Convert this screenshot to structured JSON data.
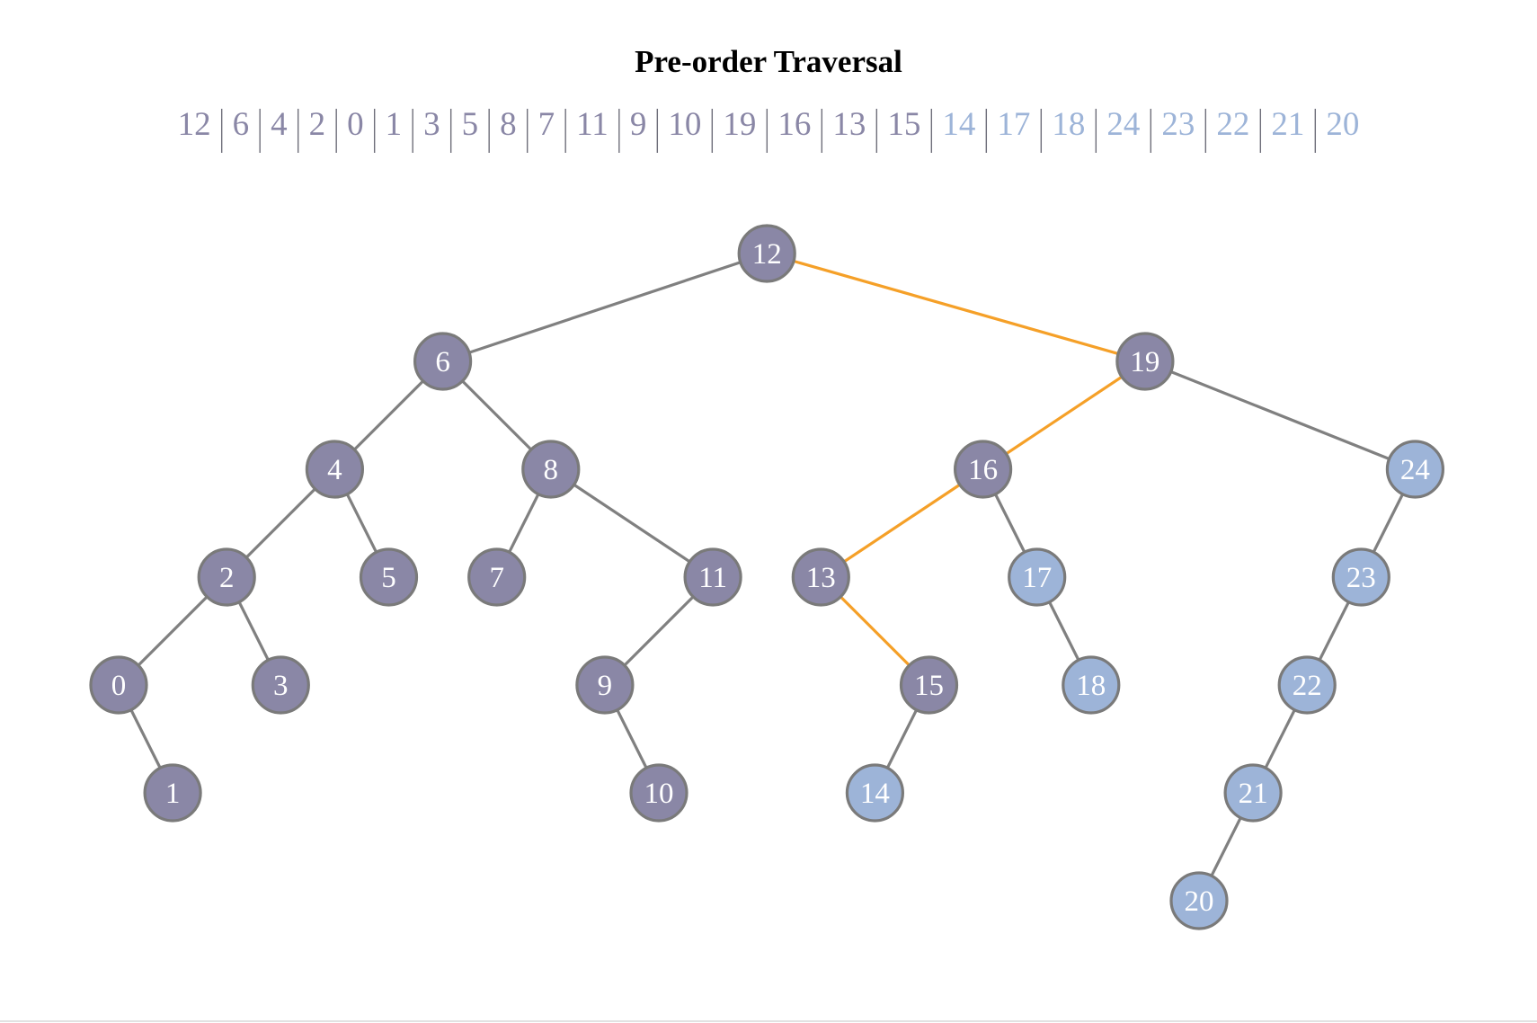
{
  "title": "Pre-order Traversal",
  "colors": {
    "visited": "#8a87a6",
    "unvisited": "#9db4d8",
    "edge": "#808080",
    "active_edge": "#f5a028",
    "node_text": "#ffffff"
  },
  "sequence": [
    {
      "value": "12",
      "state": "visited"
    },
    {
      "value": "6",
      "state": "visited"
    },
    {
      "value": "4",
      "state": "visited"
    },
    {
      "value": "2",
      "state": "visited"
    },
    {
      "value": "0",
      "state": "visited"
    },
    {
      "value": "1",
      "state": "visited"
    },
    {
      "value": "3",
      "state": "visited"
    },
    {
      "value": "5",
      "state": "visited"
    },
    {
      "value": "8",
      "state": "visited"
    },
    {
      "value": "7",
      "state": "visited"
    },
    {
      "value": "11",
      "state": "visited"
    },
    {
      "value": "9",
      "state": "visited"
    },
    {
      "value": "10",
      "state": "visited"
    },
    {
      "value": "19",
      "state": "visited"
    },
    {
      "value": "16",
      "state": "visited"
    },
    {
      "value": "13",
      "state": "visited"
    },
    {
      "value": "15",
      "state": "visited"
    },
    {
      "value": "14",
      "state": "unvisited"
    },
    {
      "value": "17",
      "state": "unvisited"
    },
    {
      "value": "18",
      "state": "unvisited"
    },
    {
      "value": "24",
      "state": "unvisited"
    },
    {
      "value": "23",
      "state": "unvisited"
    },
    {
      "value": "22",
      "state": "unvisited"
    },
    {
      "value": "21",
      "state": "unvisited"
    },
    {
      "value": "20",
      "state": "unvisited"
    }
  ],
  "tree": {
    "nodes": [
      {
        "id": "12",
        "label": "12",
        "state": "visited",
        "children": [
          "6",
          "19"
        ]
      },
      {
        "id": "6",
        "label": "6",
        "state": "visited",
        "children": [
          "4",
          "8"
        ]
      },
      {
        "id": "19",
        "label": "19",
        "state": "visited",
        "children": [
          "16",
          "24"
        ]
      },
      {
        "id": "4",
        "label": "4",
        "state": "visited",
        "children": [
          "2",
          "5"
        ]
      },
      {
        "id": "8",
        "label": "8",
        "state": "visited",
        "children": [
          "7",
          "11"
        ]
      },
      {
        "id": "16",
        "label": "16",
        "state": "visited",
        "children": [
          "13",
          "17"
        ]
      },
      {
        "id": "24",
        "label": "24",
        "state": "unvisited",
        "children": [
          "23"
        ]
      },
      {
        "id": "2",
        "label": "2",
        "state": "visited",
        "children": [
          "0",
          "3"
        ]
      },
      {
        "id": "5",
        "label": "5",
        "state": "visited",
        "children": []
      },
      {
        "id": "7",
        "label": "7",
        "state": "visited",
        "children": []
      },
      {
        "id": "11",
        "label": "11",
        "state": "visited",
        "children": [
          "9"
        ]
      },
      {
        "id": "13",
        "label": "13",
        "state": "visited",
        "children": [
          "15"
        ]
      },
      {
        "id": "17",
        "label": "17",
        "state": "unvisited",
        "children": [
          "18"
        ]
      },
      {
        "id": "23",
        "label": "23",
        "state": "unvisited",
        "children": [
          "22"
        ]
      },
      {
        "id": "0",
        "label": "0",
        "state": "visited",
        "children": [
          "1"
        ]
      },
      {
        "id": "3",
        "label": "3",
        "state": "visited",
        "children": []
      },
      {
        "id": "9",
        "label": "9",
        "state": "visited",
        "children": [
          "10"
        ]
      },
      {
        "id": "15",
        "label": "15",
        "state": "visited",
        "children": [
          "14"
        ]
      },
      {
        "id": "18",
        "label": "18",
        "state": "unvisited",
        "children": []
      },
      {
        "id": "22",
        "label": "22",
        "state": "unvisited",
        "children": [
          "21"
        ]
      },
      {
        "id": "1",
        "label": "1",
        "state": "visited",
        "children": []
      },
      {
        "id": "10",
        "label": "10",
        "state": "visited",
        "children": []
      },
      {
        "id": "14",
        "label": "14",
        "state": "unvisited",
        "children": []
      },
      {
        "id": "21",
        "label": "21",
        "state": "unvisited",
        "children": [
          "20"
        ]
      },
      {
        "id": "20",
        "label": "20",
        "state": "unvisited",
        "children": []
      }
    ],
    "active_path": [
      "12",
      "19",
      "16",
      "13",
      "15"
    ]
  }
}
